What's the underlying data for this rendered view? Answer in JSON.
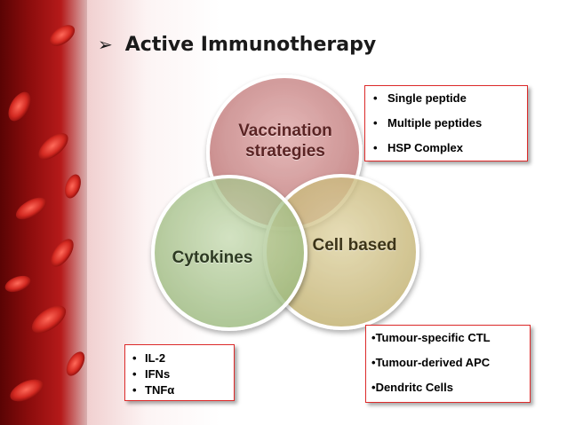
{
  "slide": {
    "title": "Active Immunotherapy",
    "title_bullet_icon": "arrow-bullet-icon"
  },
  "venn": {
    "circles": [
      {
        "label": "Vaccination strategies",
        "color": "#c98383"
      },
      {
        "label": "Cell based",
        "color": "#cdbd7c"
      },
      {
        "label": "Cytokines",
        "color": "#a6c588"
      }
    ]
  },
  "boxes": {
    "vaccination": [
      "Single peptide",
      "Multiple peptides",
      "HSP Complex"
    ],
    "cell_based": [
      "Tumour-specific CTL",
      "Tumour-derived APC",
      "Dendritc Cells"
    ],
    "cytokines": [
      "IL-2",
      "IFNs",
      "TNFα"
    ]
  },
  "colors": {
    "box_border": "#dd2a2a",
    "background_strip": "#9a1010"
  }
}
